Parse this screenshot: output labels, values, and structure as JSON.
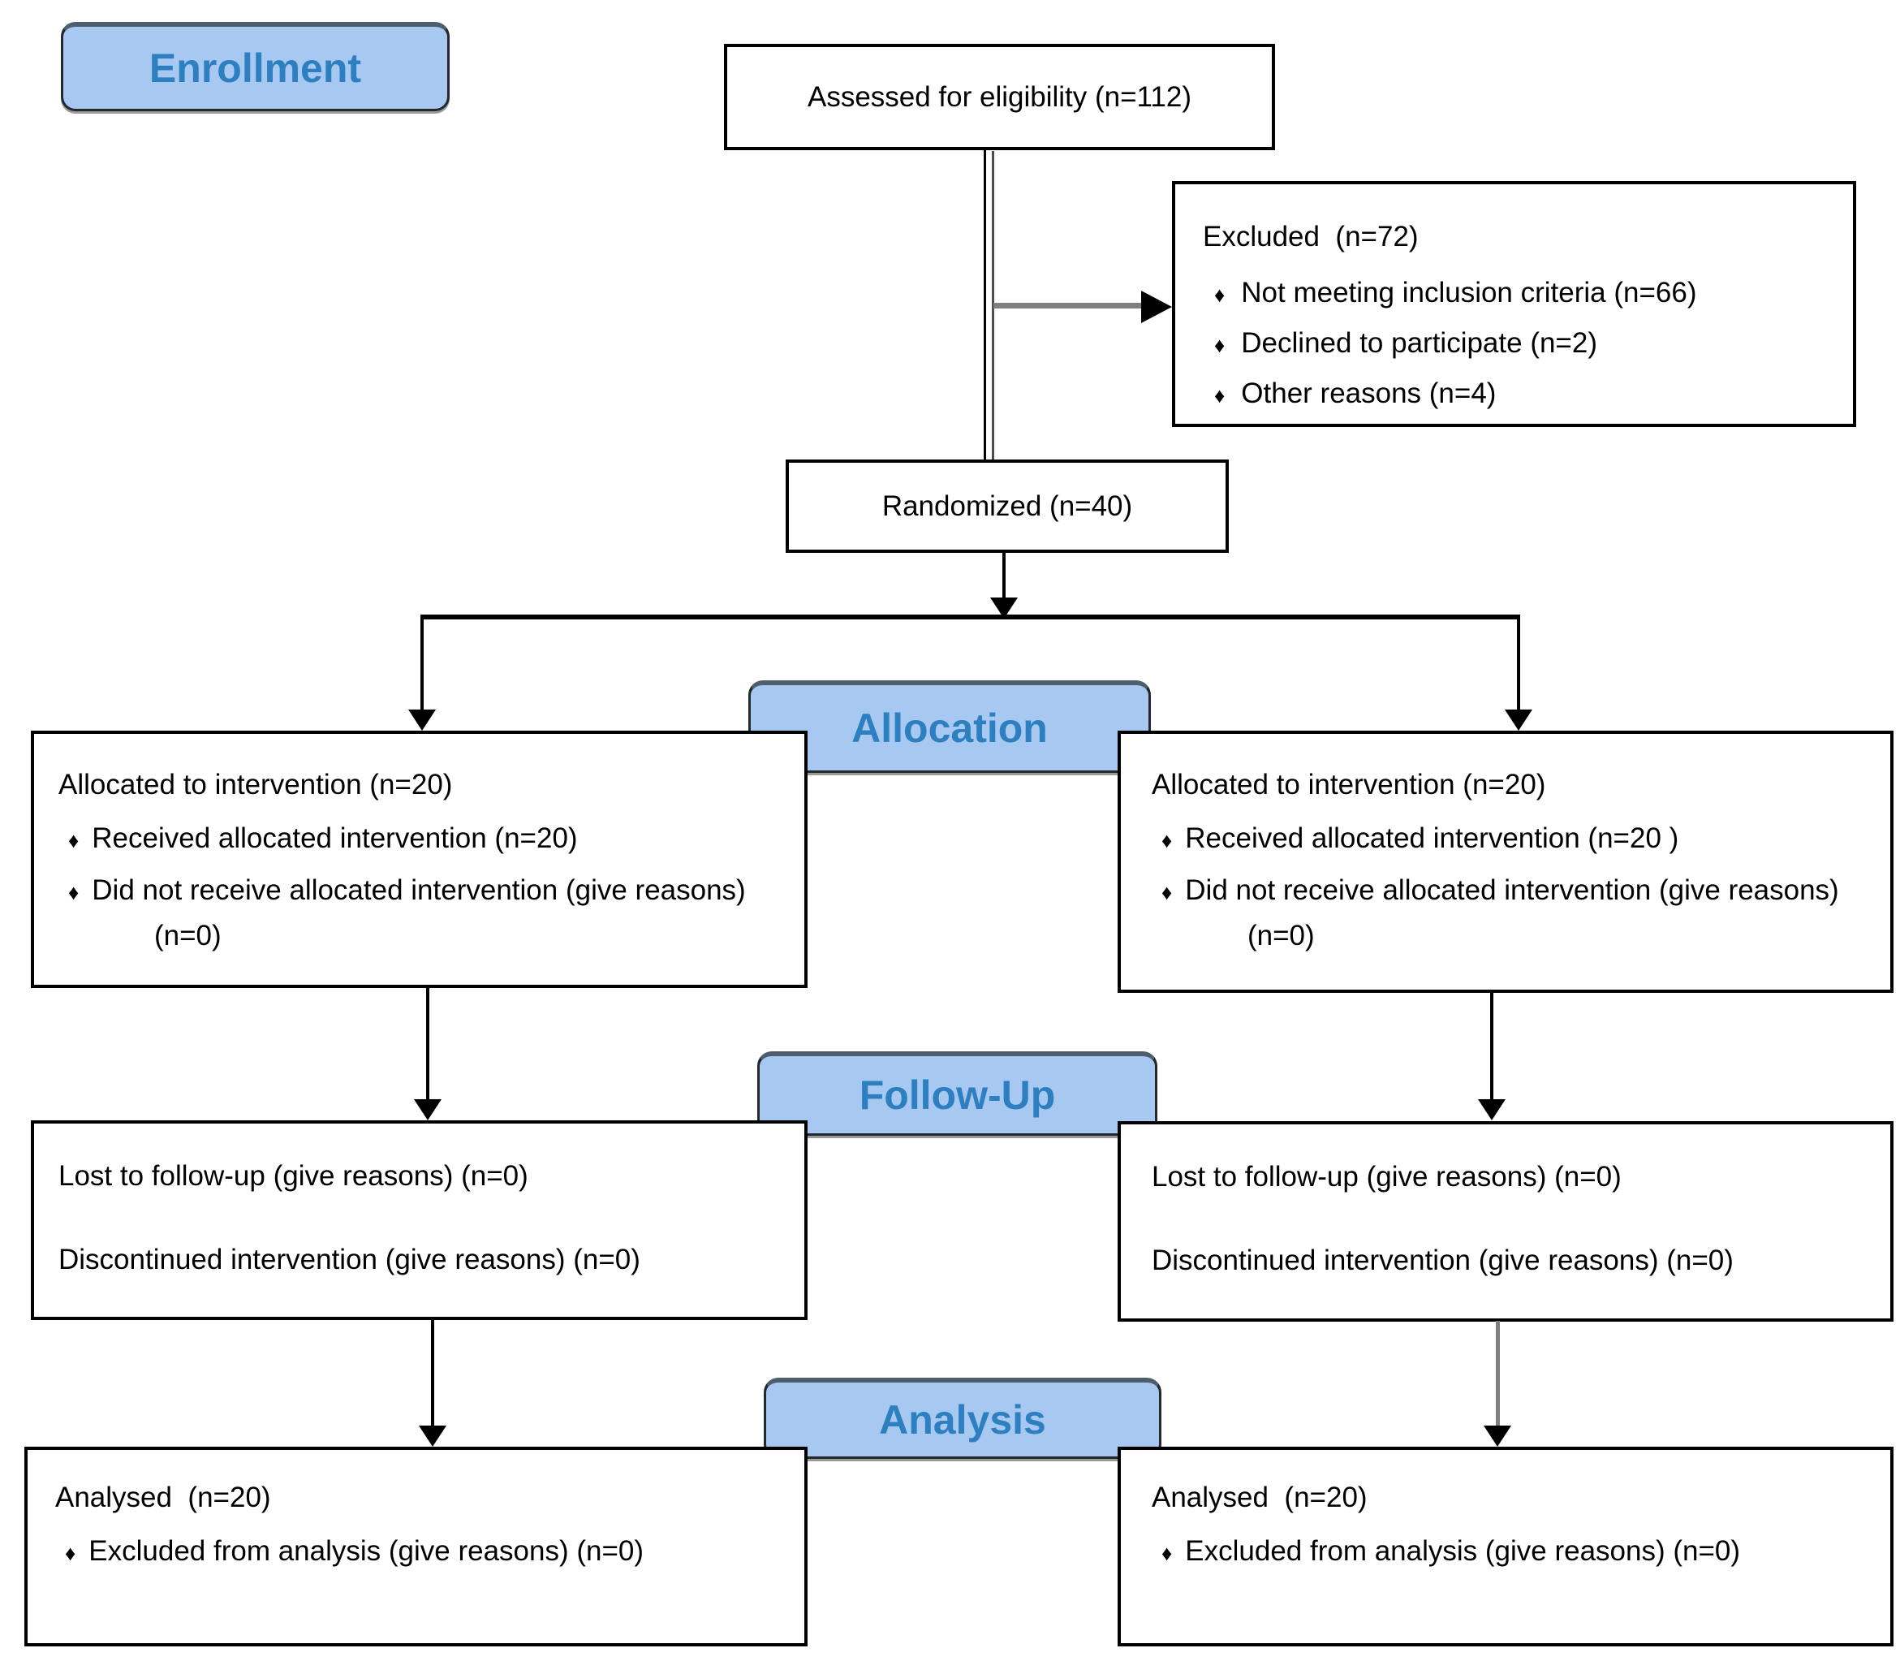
{
  "bullet_glyph": "♦",
  "phases": {
    "enrollment": "Enrollment",
    "allocation": "Allocation",
    "followup": "Follow-Up",
    "analysis": "Analysis"
  },
  "enrollment": {
    "assessed": "Assessed for eligibility (n=112)",
    "excluded": {
      "title": "Excluded  (n=72)",
      "items": [
        "Not meeting inclusion criteria (n=66)",
        "Declined to participate (n=2)",
        "Other reasons (n=4)"
      ]
    },
    "randomized": "Randomized (n=40)"
  },
  "allocation": {
    "left": {
      "title": "Allocated to intervention (n=20)",
      "items": [
        "Received allocated intervention (n=20)",
        "Did not receive allocated intervention (give reasons) (n=0)"
      ]
    },
    "right": {
      "title": "Allocated to intervention (n=20)",
      "items": [
        "Received allocated intervention (n=20 )",
        "Did not receive allocated intervention (give reasons) (n=0)"
      ]
    }
  },
  "followup": {
    "left": {
      "lines": [
        "Lost to follow-up (give reasons) (n=0)",
        "Discontinued intervention (give reasons) (n=0)"
      ]
    },
    "right": {
      "lines": [
        "Lost to follow-up (give reasons) (n=0)",
        "Discontinued intervention (give reasons) (n=0)"
      ]
    }
  },
  "analysis": {
    "left": {
      "title": "Analysed  (n=20)",
      "items": [
        "Excluded from analysis (give reasons) (n=0)"
      ]
    },
    "right": {
      "title": "Analysed  (n=20)",
      "items": [
        "Excluded from analysis (give reasons) (n=0)"
      ]
    }
  },
  "colors": {
    "phase_fill": "#a7c8f1",
    "phase_text": "#2e7fc0",
    "box_border": "#000000",
    "gray_arrow": "#7f7f7f"
  }
}
